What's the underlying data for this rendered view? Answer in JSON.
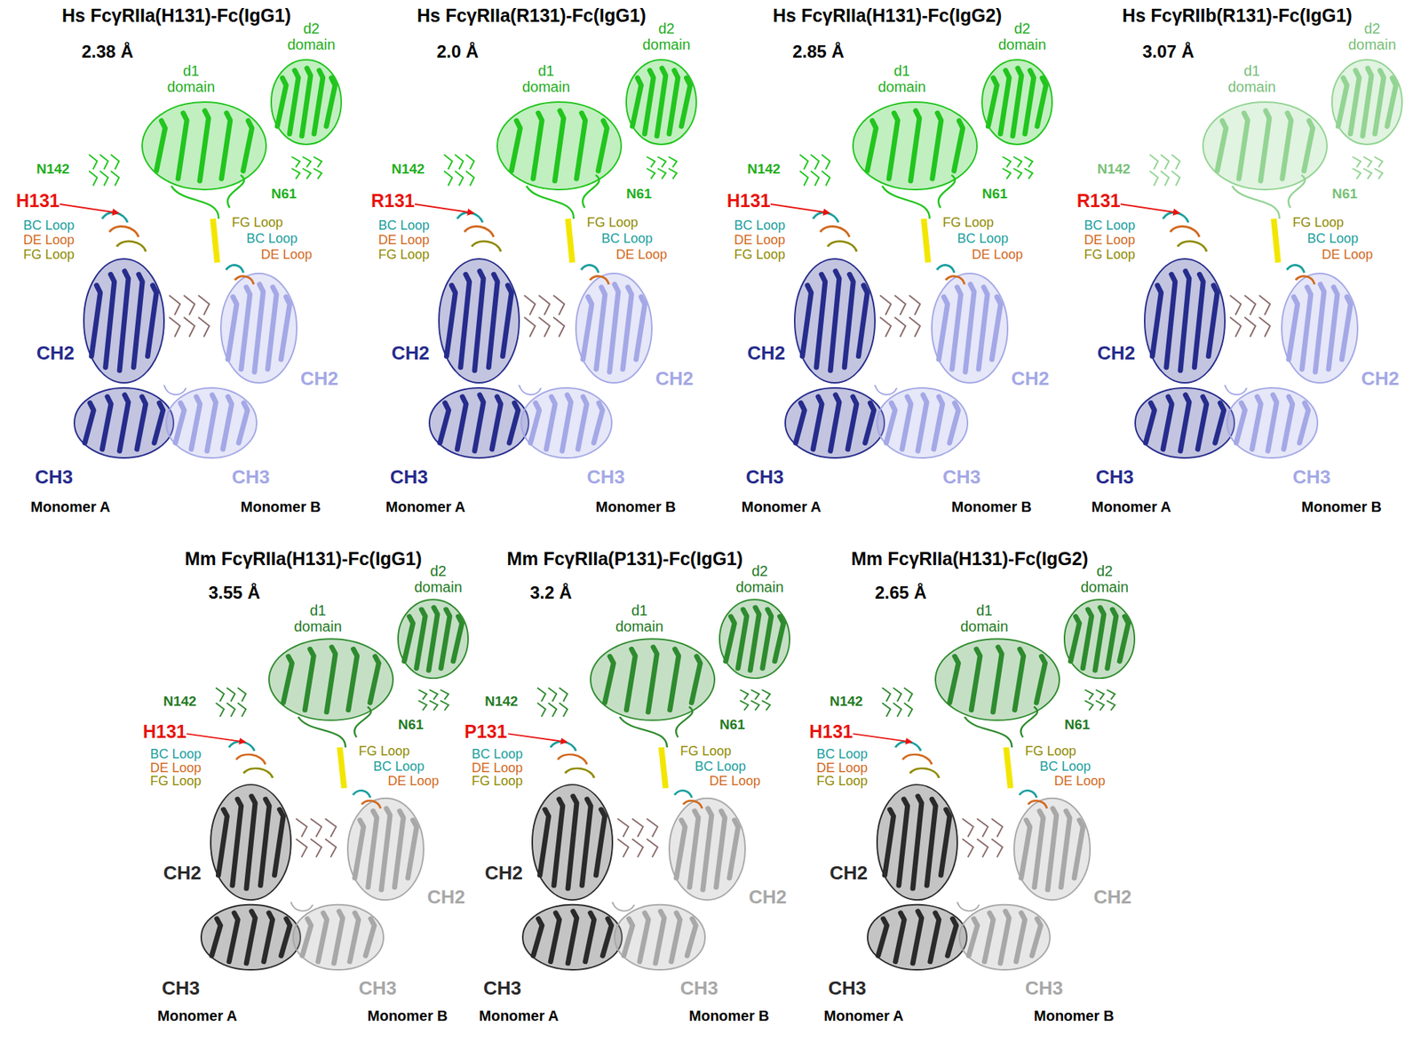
{
  "diagram": {
    "labels": [
      "Hs FcγRIIa(H131)-Fc(IgG1)",
      "2.38 Å",
      "d2 domain",
      "d1 domain",
      "N142",
      "N61",
      "H131",
      "BC Loop",
      "DE Loop",
      "FG Loop",
      "FG Loop",
      "BC Loop",
      "DE Loop",
      "CH2",
      "CH2",
      "CH3",
      "CH3",
      "Monomer A",
      "Monomer B",
      "Hs FcγRIIa(R131)-Fc(IgG1)",
      "2.0 Å",
      "d2 domain",
      "d1 domain",
      "N142",
      "N61",
      "R131",
      "BC Loop",
      "DE Loop",
      "FG Loop",
      "FG Loop",
      "BC Loop",
      "DE Loop",
      "CH2",
      "CH2",
      "CH3",
      "CH3",
      "Monomer A",
      "Monomer B",
      "Hs FcγRIIa(H131)-Fc(IgG2)",
      "2.85 Å",
      "d2 domain",
      "d1 domain",
      "N142",
      "N61",
      "H131",
      "BC Loop",
      "DE Loop",
      "FG Loop",
      "FG Loop",
      "BC Loop",
      "DE Loop",
      "CH2",
      "CH2",
      "CH3",
      "CH3",
      "Monomer A",
      "Monomer B",
      "Hs FcγRIIb(R131)-Fc(IgG1)",
      "3.07 Å",
      "d2 domain",
      "d1 domain",
      "N142",
      "N61",
      "R131",
      "BC Loop",
      "DE Loop",
      "FG Loop",
      "FG Loop",
      "BC Loop",
      "DE Loop",
      "CH2",
      "CH2",
      "CH3",
      "CH3",
      "Monomer A",
      "Monomer B",
      "Mm FcγRIIa(H131)-Fc(IgG1)",
      "3.55 Å",
      "d2 domain",
      "d1 domain",
      "N142",
      "N61",
      "H131",
      "BC Loop",
      "DE Loop",
      "FG Loop",
      "FG Loop",
      "BC Loop",
      "DE Loop",
      "CH2",
      "CH2",
      "CH3",
      "CH3",
      "Monomer A",
      "Monomer B",
      "Mm FcγRIIa(P131)-Fc(IgG1)",
      "3.2 Å",
      "d2 domain",
      "d1 domain",
      "N142",
      "N61",
      "P131",
      "BC Loop",
      "DE Loop",
      "FG Loop",
      "FG Loop",
      "BC Loop",
      "DE Loop",
      "CH2",
      "CH2",
      "CH3",
      "CH3",
      "Monomer A",
      "Monomer B",
      "Mm FcγRIIa(H131)-Fc(IgG2)",
      "2.65 Å",
      "d2 domain",
      "d1 domain",
      "N142",
      "N61",
      "H131",
      "BC Loop",
      "DE Loop",
      "FG Loop",
      "FG Loop",
      "BC Loop",
      "DE Loop",
      "CH2",
      "CH2",
      "CH3",
      "CH3",
      "Monomer A",
      "Monomer B"
    ]
  }
}
